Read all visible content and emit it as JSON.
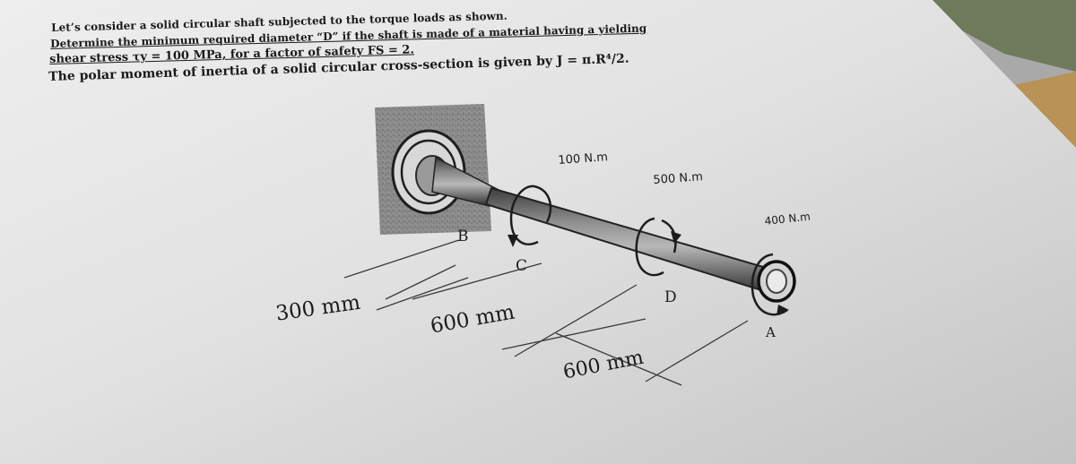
{
  "problem": {
    "line1": "Let’s consider a solid circular shaft subjected to the torque loads as shown.",
    "line2": "Determine the minimum required diameter “D” if the shaft is made of a material having a yielding",
    "line3": "shear stress τy = 100 MPa, for a factor of safety FS = 2.",
    "line4": "The polar moment of inertia of a solid circular cross-section is given by J = π.R⁴/2."
  },
  "figure": {
    "torque_c": "100 N.m",
    "torque_d": "500 N.m",
    "torque_a": "400 N.m",
    "point_b": "B",
    "point_c": "C",
    "point_d": "D",
    "point_a": "A",
    "dim_wall_b": "300 mm",
    "dim_b_c": "600 mm",
    "dim_d_a": "600 mm"
  }
}
